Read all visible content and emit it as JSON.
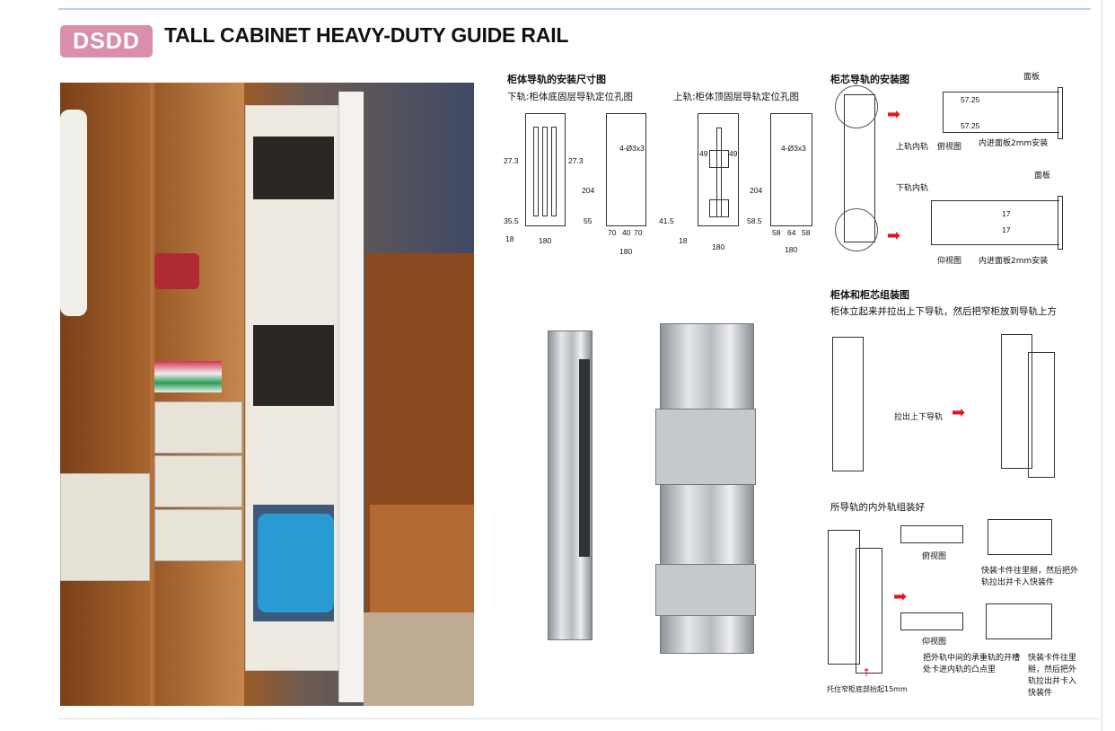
{
  "header": {
    "logo": "DSDD",
    "title": "TALL CABINET HEAVY-DUTY GUIDE RAIL"
  },
  "dimensions": {
    "title": "柜体导轨的安装尺寸图",
    "bottom_subtitle": "下轨:柜体底固层导轨定位孔图",
    "top_subtitle": "上轨:柜体顶固层导轨定位孔图",
    "bottom_rail": {
      "side_left": "27.3",
      "side_right": "27.3",
      "offset": "35.5",
      "edge": "18",
      "width": "180",
      "hole_spec": "4-Ø3x3",
      "height": "204",
      "front": "55",
      "spacing": [
        "70",
        "40",
        "70"
      ],
      "width2": "180"
    },
    "top_rail": {
      "side_left": "49",
      "side_right": "49",
      "offset": "41.5",
      "edge": "18",
      "width": "180",
      "hole_spec": "4-Ø3x3",
      "height": "204",
      "front": "58.5",
      "spacing": [
        "58",
        "64",
        "58"
      ],
      "width2": "180"
    }
  },
  "core_install": {
    "title": "柜芯导轨的安装图",
    "panel": "面板",
    "upper_dim": "57.25",
    "lower_dim": "57.25",
    "upper_inner": "上轨内轨",
    "top_view": "俯视图",
    "recess_note": "内进面板2mm安装",
    "panel2": "面板",
    "lower_inner": "下轨内轨",
    "dim17a": "17",
    "dim17b": "17",
    "bottom_view": "仰视图",
    "recess_note2": "内进面板2mm安装"
  },
  "assembly": {
    "title": "柜体和柜芯组装图",
    "subtitle": "柜体立起来并拉出上下导轨，然后把窄柜放到导轨上方",
    "pull_label": "拉出上下导轨"
  },
  "rails_assembled": {
    "title": "所导轨的内外轨组装好",
    "top_view": "俯视图",
    "bottom_view": "仰视图",
    "note1": "快装卡件往里掰，然后把外轨拉出并卡入快装件",
    "note2": "把外轨中间的承重轨的开槽处卡进内轨的凸点里",
    "note3": "快装卡件往里掰，然后把外轨拉出并卡入快装件",
    "lift_note": "托住窄柜底部抬起15mm"
  },
  "colors": {
    "logo": "#d98fac",
    "arrow": "#e0161e",
    "rule": "#b9d3e6"
  }
}
